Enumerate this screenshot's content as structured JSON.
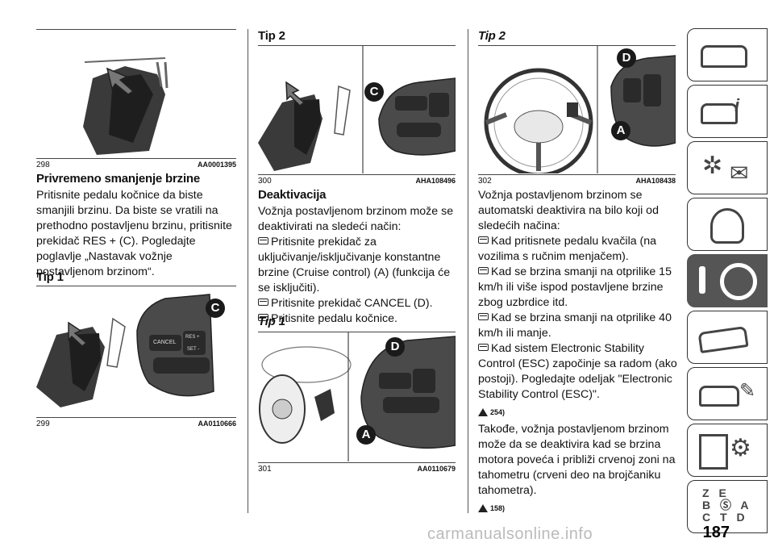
{
  "figures": [
    {
      "num": "298",
      "code": "AA0001395"
    },
    {
      "num": "299",
      "code": "AA0110666"
    },
    {
      "num": "300",
      "code": "AHA108496"
    },
    {
      "num": "301",
      "code": "AA0110679"
    },
    {
      "num": "302",
      "code": "AHA108438"
    }
  ],
  "col1": {
    "heading": "Privremeno smanjenje brzine",
    "body": "Pritisnite pedalu kočnice da biste smanjili brzinu. Da biste se vratili na prethodno postavljenu brzinu, pritisnite prekidač RES + (C). Pogledajte poglavlje „Nastavak vožnje postavljenom brzinom“.",
    "tip": "Tip 1"
  },
  "col2": {
    "tip": "Tip 2",
    "heading": "Deaktivacija",
    "intro": "Vožnja postavljenom brzinom može se deaktivirati na sledeći način:",
    "items": [
      "Pritisnite prekidač za uključivanje/isključivanje konstantne brzine (Cruise control) (A) (funkcija će se isključiti).",
      "Pritisnite prekidač CANCEL (D).",
      "Pritisnite pedalu kočnice."
    ],
    "tip2": "Tip 1"
  },
  "col3": {
    "tip": "Tip 2",
    "intro": "Vožnja postavljenom brzinom se automatski deaktivira na bilo koji od sledećih načina:",
    "items": [
      "Kad pritisnete pedalu kvačila (na vozilima s ručnim menjačem).",
      "Kad se brzina smanji na otprilike 15 km/h ili više ispod postavljene brzine zbog uzbrdice itd.",
      "Kad se brzina smanji na otprilike 40 km/h ili manje.",
      "Kad sistem Electronic Stability Control (ESC) započinje sa radom (ako postoji). Pogledajte odeljak \"Electronic Stability Control (ESC)\"."
    ],
    "ref1": "254)",
    "body2": "Takođe, vožnja postavljenom brzinom može da se deaktivira kad se brzina motora poveća i približi crvenoj zoni na tahometru (crveni deo na brojčaniku tahometra).",
    "ref2": "158)"
  },
  "labels": {
    "c": "C",
    "d": "D",
    "a": "A",
    "cancel": "CANCEL",
    "res": "RES +",
    "set": "SET -"
  },
  "page_number": "187",
  "watermark": "carmanualsonline.info",
  "sidebar_icons": [
    "car-info-icon",
    "car-i-icon",
    "warning-lights-icon",
    "airbag-icon",
    "steering-key-icon",
    "car-crash-icon",
    "car-wrench-icon",
    "specs-gear-icon",
    "index-letters-icon"
  ]
}
